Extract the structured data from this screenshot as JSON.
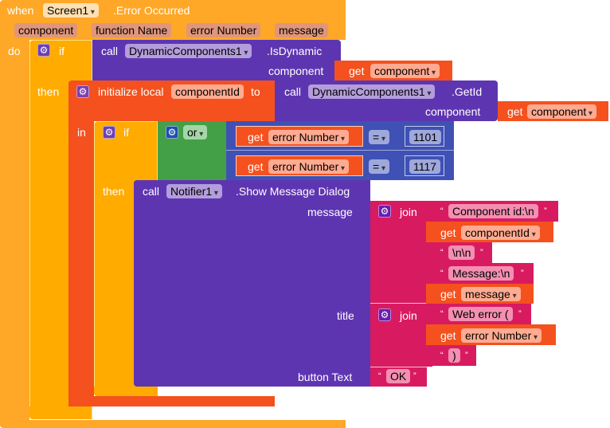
{
  "event": {
    "when_label": "when",
    "component": "Screen1",
    "event_name": ".Error Occurred",
    "params": [
      "component",
      "function Name",
      "error Number",
      "message"
    ],
    "do_label": "do"
  },
  "outer_if": {
    "if_label": "if",
    "then_label": "then",
    "condition": {
      "call_label": "call",
      "component": "DynamicComponents1",
      "method": ".IsDynamic",
      "arg_label": "component",
      "arg": {
        "get_label": "get",
        "var": "component"
      }
    }
  },
  "init_local": {
    "label": "initialize local",
    "var": "componentId",
    "to_label": "to",
    "in_label": "in",
    "value": {
      "call_label": "call",
      "component": "DynamicComponents1",
      "method": ".GetId",
      "arg_label": "component",
      "arg": {
        "get_label": "get",
        "var": "component"
      }
    }
  },
  "inner_if": {
    "if_label": "if",
    "then_label": "then",
    "or_label": "or",
    "comparisons": [
      {
        "get_label": "get",
        "var": "error Number",
        "op": "=",
        "value": "1101"
      },
      {
        "get_label": "get",
        "var": "error Number",
        "op": "=",
        "value": "1117"
      }
    ]
  },
  "notifier": {
    "call_label": "call",
    "component": "Notifier1",
    "method": ".Show Message Dialog",
    "message_label": "message",
    "title_label": "title",
    "button_label": "button Text",
    "join_label": "join",
    "message_parts": [
      {
        "type": "text",
        "value": "Component id:\\n"
      },
      {
        "type": "get",
        "get_label": "get",
        "var": "componentId"
      },
      {
        "type": "text",
        "value": "\\n\\n"
      },
      {
        "type": "text",
        "value": "Message:\\n"
      },
      {
        "type": "get",
        "get_label": "get",
        "var": "message"
      }
    ],
    "title_parts": [
      {
        "type": "text",
        "value": "Web error ("
      },
      {
        "type": "get",
        "get_label": "get",
        "var": "error Number"
      },
      {
        "type": "text",
        "value": ")"
      }
    ],
    "button_text": "OK"
  },
  "colors": {
    "event": "#FFA726",
    "control": "#FFAB00",
    "variable": "#F4511E",
    "component": "#5E35B1",
    "logic": "#43A047",
    "math": "#3F51B5",
    "text": "#D81B60"
  }
}
